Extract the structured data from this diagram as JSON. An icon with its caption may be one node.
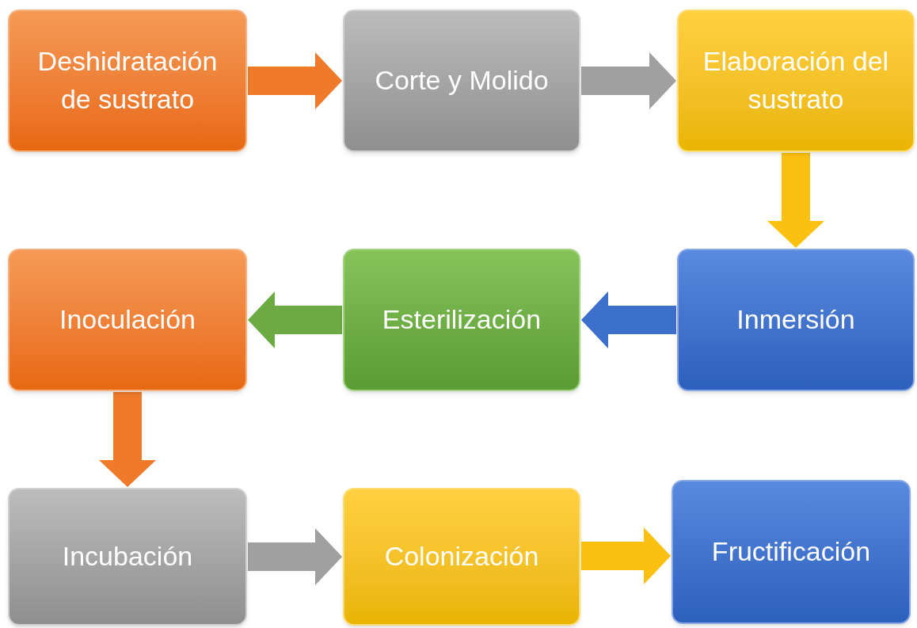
{
  "diagram": {
    "nodes": [
      {
        "text": [
          "Deshidratación de sustrato"
        ]
      },
      {
        "text": [
          "Corte y Molido"
        ]
      },
      {
        "text": [
          "Elaboración del sustrato"
        ]
      },
      {
        "text": [
          "Inmersión"
        ]
      },
      {
        "text": [
          "Esterilización"
        ]
      },
      {
        "text": [
          "Inoculación"
        ]
      },
      {
        "text": [
          "Incubación"
        ]
      },
      {
        "text": [
          "Colonización"
        ]
      },
      {
        "text": [
          "Fructificación"
        ]
      }
    ],
    "edges": [
      {
        "from": 0,
        "to": 1,
        "arrow": "to",
        "color": "#ee7a2a"
      },
      {
        "from": 1,
        "to": 2,
        "arrow": "to",
        "color": "#a0a0a0"
      },
      {
        "from": 2,
        "to": 3,
        "arrow": "to",
        "color": "#fcc110"
      },
      {
        "from": 3,
        "to": 4,
        "arrow": "to",
        "color": "#3d6fcc"
      },
      {
        "from": 4,
        "to": 5,
        "arrow": "to",
        "color": "#6cab43"
      },
      {
        "from": 5,
        "to": 6,
        "arrow": "to",
        "color": "#ee7a2a"
      },
      {
        "from": 6,
        "to": 7,
        "arrow": "to",
        "color": "#a0a0a0"
      },
      {
        "from": 7,
        "to": 8,
        "arrow": "to",
        "color": "#fcc110"
      }
    ]
  }
}
